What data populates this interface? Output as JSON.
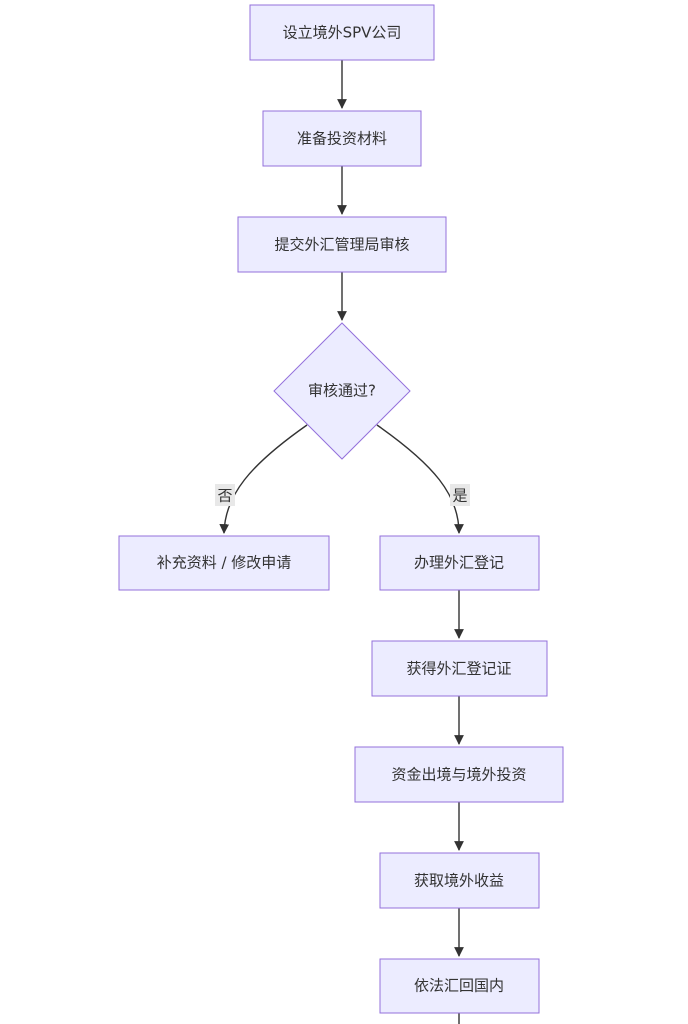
{
  "diagram": {
    "nodes": {
      "n1": "设立境外SPV公司",
      "n2": "准备投资材料",
      "n3": "提交外汇管理局审核",
      "d1": "审核通过?",
      "n4": "补充资料 / 修改申请",
      "n5": "办理外汇登记",
      "n6": "获得外汇登记证",
      "n7": "资金出境与境外投资",
      "n8": "获取境外收益",
      "n9": "依法汇回国内"
    },
    "edge_labels": {
      "no": "否",
      "yes": "是"
    },
    "colors": {
      "node_fill": "#ECECFF",
      "node_stroke": "#9370DB",
      "edge": "#333333",
      "label_bg": "#E8E8E8",
      "text": "#333333"
    }
  }
}
